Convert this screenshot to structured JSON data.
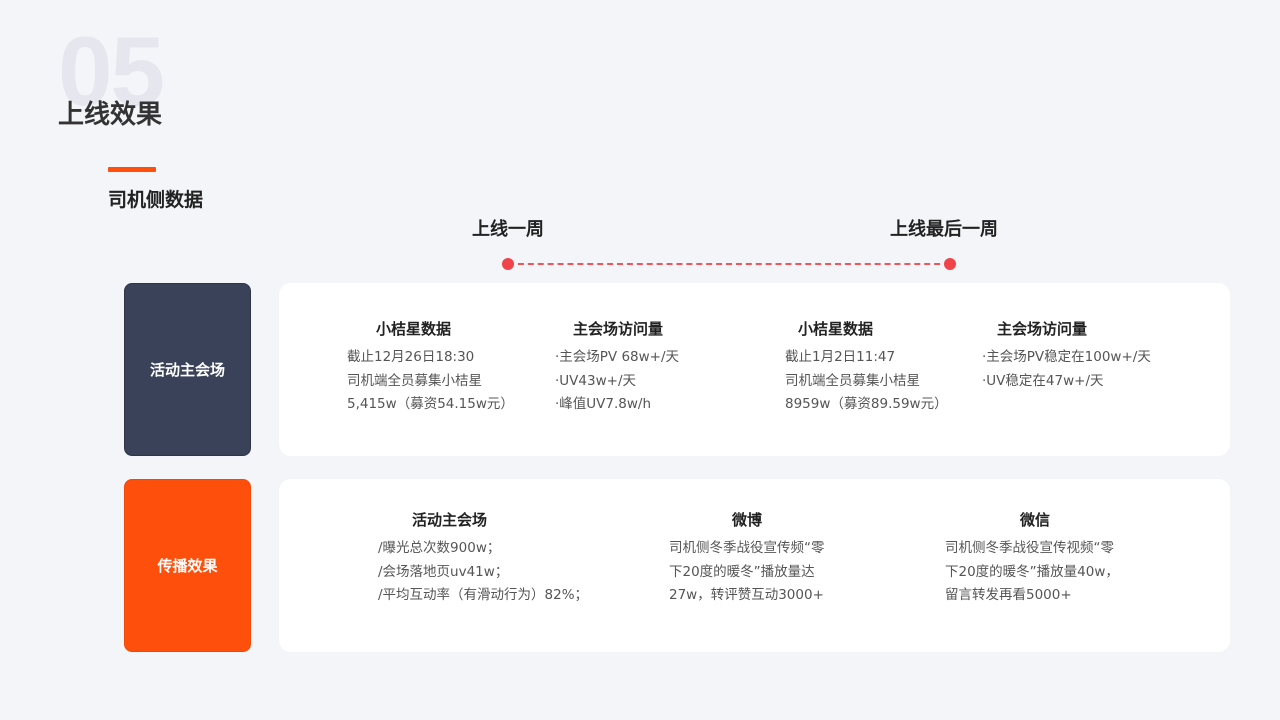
{
  "header": {
    "number": "05",
    "title": "上线效果"
  },
  "section": {
    "title": "司机侧数据"
  },
  "timeline": {
    "start_label": "上线一周",
    "end_label": "上线最后一周"
  },
  "rows": {
    "main_venue": {
      "label": "活动主会场",
      "week1_stars": {
        "title": "小桔星数据",
        "lines": [
          "截止12月26日18:30",
          "司机端全员募集小桔星",
          "5,415w（募资54.15w元）"
        ]
      },
      "week1_visits": {
        "title": "主会场访问量",
        "lines": [
          "·主会场PV 68w+/天",
          "·UV43w+/天",
          "·峰值UV7.8w/h"
        ]
      },
      "last_stars": {
        "title": "小桔星数据",
        "lines": [
          "截止1月2日11:47",
          "司机端全员募集小桔星",
          "8959w（募资89.59w元）"
        ]
      },
      "last_visits": {
        "title": "主会场访问量",
        "lines": [
          "·主会场PV稳定在100w+/天",
          "·UV稳定在47w+/天"
        ]
      }
    },
    "spread": {
      "label": "传播效果",
      "venue": {
        "title": "活动主会场",
        "lines": [
          "/曝光总次数900w；",
          "/会场落地页uv41w；",
          "/平均互动率（有滑动行为）82%；"
        ]
      },
      "weibo": {
        "title": "微博",
        "lines": [
          "司机侧冬季战役宣传频“零",
          "下20度的暖冬”播放量达",
          "27w，转评赞互动3000+"
        ]
      },
      "wechat": {
        "title": "微信",
        "lines": [
          "司机侧冬季战役宣传视频“零",
          "下20度的暖冬”播放量40w，",
          "留言转发再看5000+"
        ]
      }
    }
  },
  "colors": {
    "accent": "#ff4f0c",
    "dark_card": "#3a4259",
    "timeline": "#f0444a",
    "background": "#f4f5f9"
  }
}
